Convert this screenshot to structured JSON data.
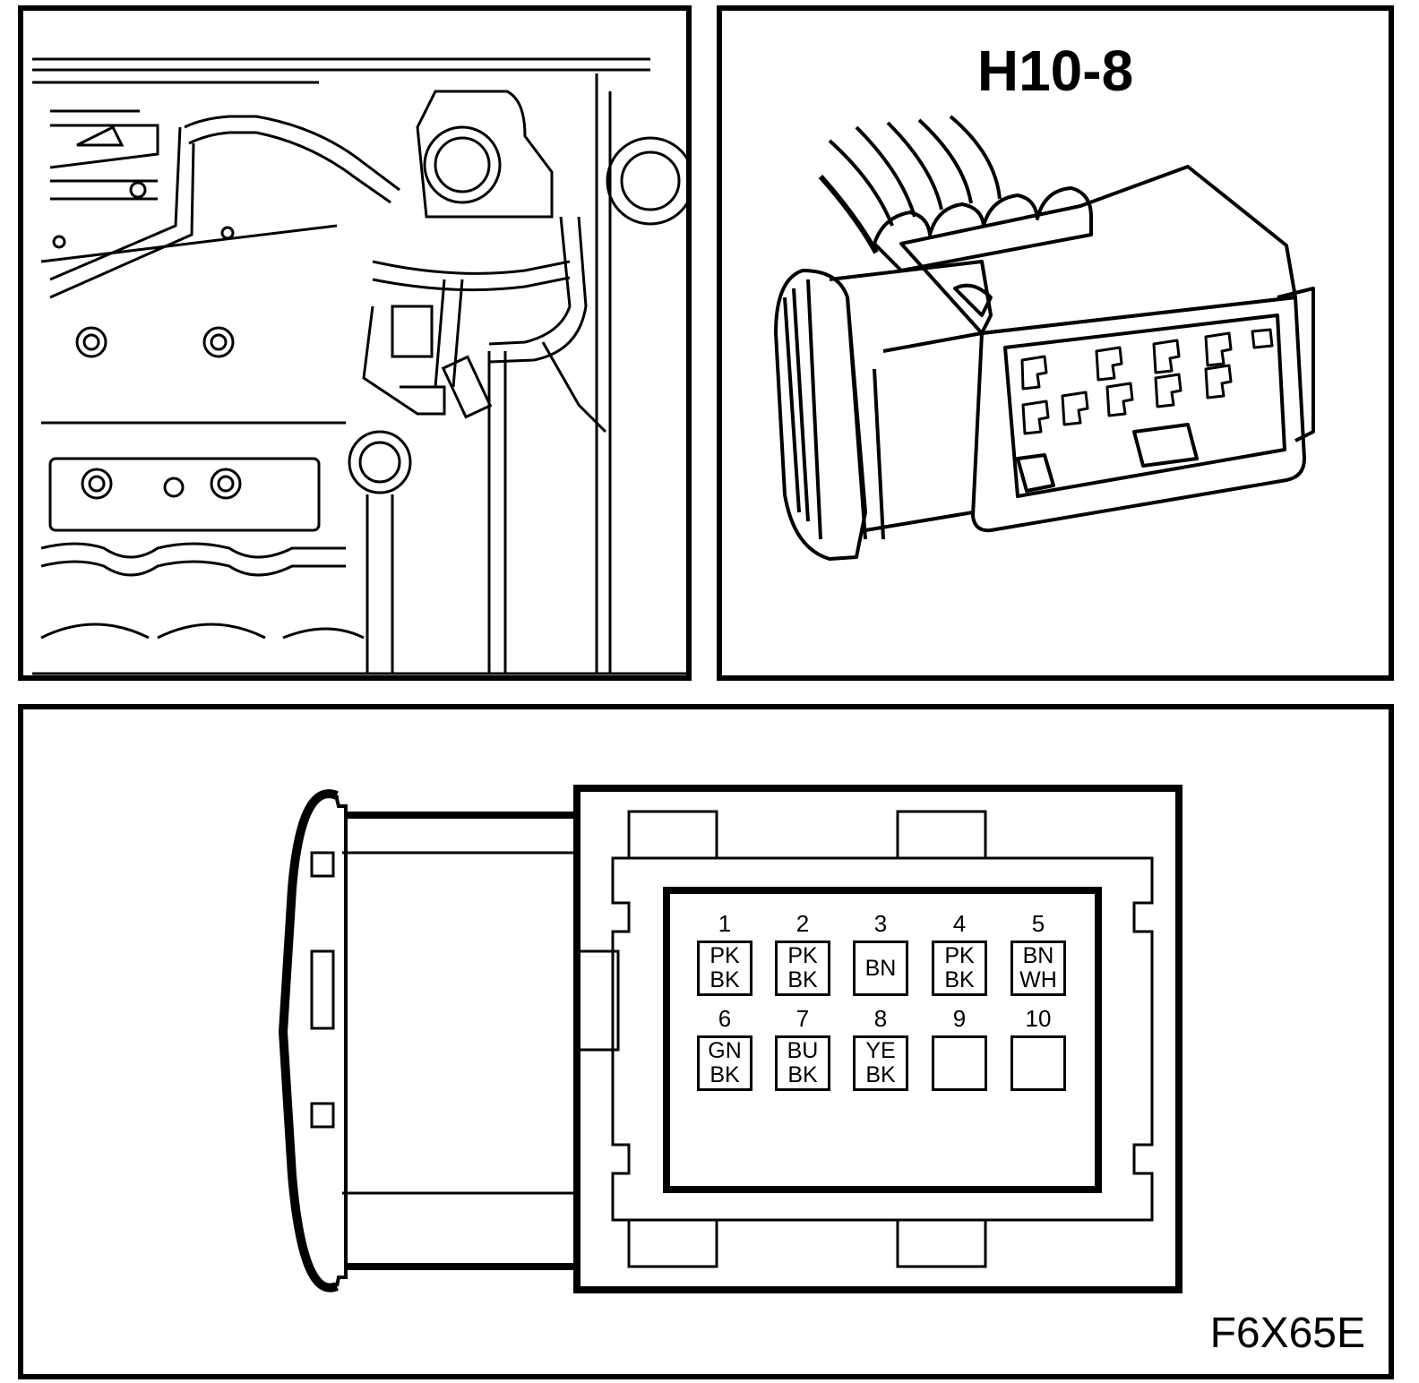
{
  "connector": {
    "title": "H10-8",
    "figure_id": "F6X65E"
  },
  "pins": [
    {
      "number": "1",
      "wire_1": "PK",
      "wire_2": "BK"
    },
    {
      "number": "2",
      "wire_1": "PK",
      "wire_2": "BK"
    },
    {
      "number": "3",
      "wire_1": "BN",
      "wire_2": ""
    },
    {
      "number": "4",
      "wire_1": "PK",
      "wire_2": "BK"
    },
    {
      "number": "5",
      "wire_1": "BN",
      "wire_2": "WH"
    },
    {
      "number": "6",
      "wire_1": "GN",
      "wire_2": "BK"
    },
    {
      "number": "7",
      "wire_1": "BU",
      "wire_2": "BK"
    },
    {
      "number": "8",
      "wire_1": "YE",
      "wire_2": "BK"
    },
    {
      "number": "9",
      "wire_1": "",
      "wire_2": ""
    },
    {
      "number": "10",
      "wire_1": "",
      "wire_2": ""
    }
  ]
}
